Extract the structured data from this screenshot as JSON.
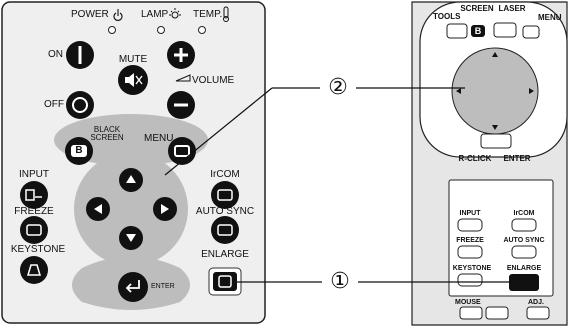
{
  "panel": {
    "indicators": {
      "power": "POWER",
      "lamp": "LAMP",
      "temp": "TEMP."
    },
    "on_label": "ON",
    "off_label": "OFF",
    "mute_label": "MUTE",
    "volume_label": "VOLUME",
    "black_screen_label": "BLACK\nSCREEN",
    "black_screen_key": "B",
    "menu_label": "MENU",
    "input_label": "INPUT",
    "ircom_label": "IrCOM",
    "freeze_label": "FREEZE",
    "auto_sync_label": "AUTO SYNC",
    "keystone_label": "KEYSTONE",
    "enlarge_label": "ENLARGE",
    "enter_label": "ENTER"
  },
  "callouts": {
    "one": "①",
    "two": "②"
  },
  "remote": {
    "screen_label": "SCREEN",
    "laser_label": "LASER",
    "tools_label": "TOOLS",
    "menu_label": "MENU",
    "black_screen_key": "B",
    "rclick_label": "R-CLICK",
    "enter_label": "ENTER",
    "input_label": "INPUT",
    "ircom_label": "IrCOM",
    "freeze_label": "FREEZE",
    "auto_sync_label": "AUTO SYNC",
    "keystone_label": "KEYSTONE",
    "enlarge_label": "ENLARGE",
    "mouse_label": "MOUSE",
    "adj_label": "ADJ."
  },
  "colors": {
    "panel_bg": "#efefef",
    "button_dark": "#111111",
    "dpad_grey": "#bdbdbd",
    "remote_bg": "#e6e6e6"
  }
}
